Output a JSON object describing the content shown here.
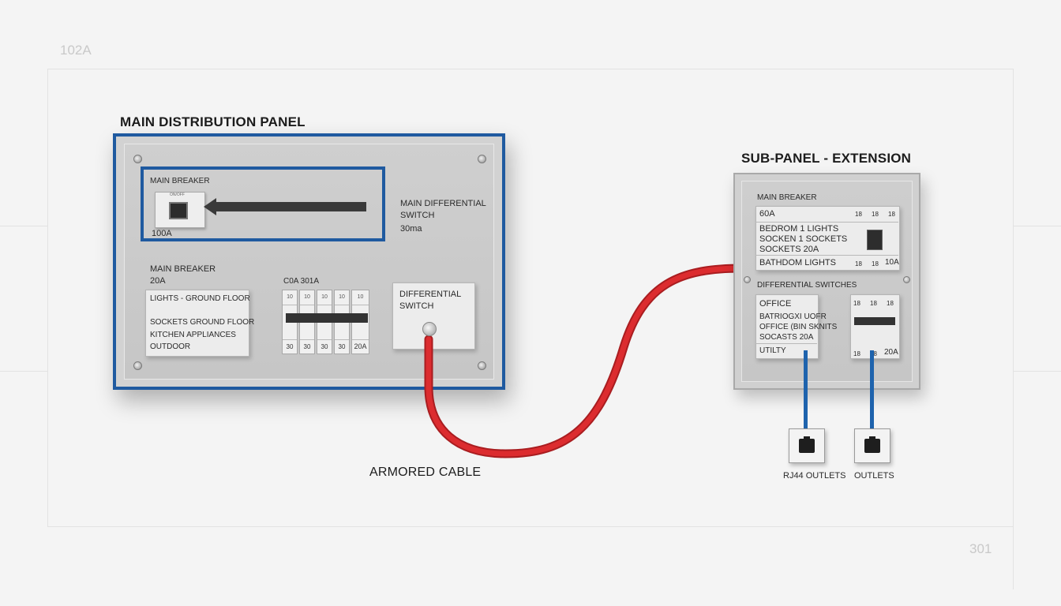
{
  "colors": {
    "panel_border": "#1f5aa0",
    "armored_cable": "#d8262a",
    "data_cable": "#1e63ad",
    "background": "#f4f4f4"
  },
  "corners": {
    "top_left": "102A",
    "bottom_right": "301"
  },
  "main_panel": {
    "title": "MAIN DISTRIBUTION PANEL",
    "main_breaker": {
      "label": "MAIN BREAKER",
      "switch_text": "ON/OFF",
      "rating": "100A"
    },
    "main_differential": {
      "line1": "MAIN DIFFERENTIAL",
      "line2": "SWITCH",
      "rating": "30ma"
    },
    "breaker_group": {
      "label": "MAIN BREAKER",
      "rating": "20A",
      "circuits": [
        "LIGHTS - GROUND FLOOR",
        "SOCKETS  GROUND FLOOR",
        "KITCHEN APPLIANCES",
        "OUTDOOR"
      ],
      "modules_header": "C0A  301A",
      "module_tops": [
        "10",
        "10",
        "10",
        "10",
        "10"
      ],
      "module_bottoms": [
        "30",
        "30",
        "30",
        "30"
      ],
      "last_rating": "20A"
    },
    "differential_switch": {
      "line1": "DIFFERENTIAL",
      "line2": "SWITCH"
    }
  },
  "cable": {
    "label": "ARMORED CABLE"
  },
  "sub_panel": {
    "title": "SUB-PANEL - EXTENSION",
    "main_breaker_label": "MAIN BREAKER",
    "rows": {
      "rating": "60A",
      "bedroom_lights": "BEDROM 1 LIGHTS",
      "bedroom_sockets": "SOCKEN 1 SOCKETS",
      "sockets": "SOCKETS 20A",
      "bathroom": "BATHDOM LIGHTS",
      "bathroom_rating": "10A",
      "col_values": [
        "18",
        "18",
        "18"
      ]
    },
    "differential_label": "DIFFERENTIAL SWITCHES",
    "diff_rows": {
      "office": "OFFICE",
      "line2": "BATRIOGXI UOFR",
      "line3": "OFFICE (BIN SKNITS",
      "line4": "SOCASTS 20A",
      "utility": "UTILTY",
      "rating": "20A",
      "col_values": [
        "18",
        "18",
        "18"
      ]
    }
  },
  "outlets": {
    "left_label": "RJ44 OUTLETS",
    "right_label": "OUTLETS"
  }
}
